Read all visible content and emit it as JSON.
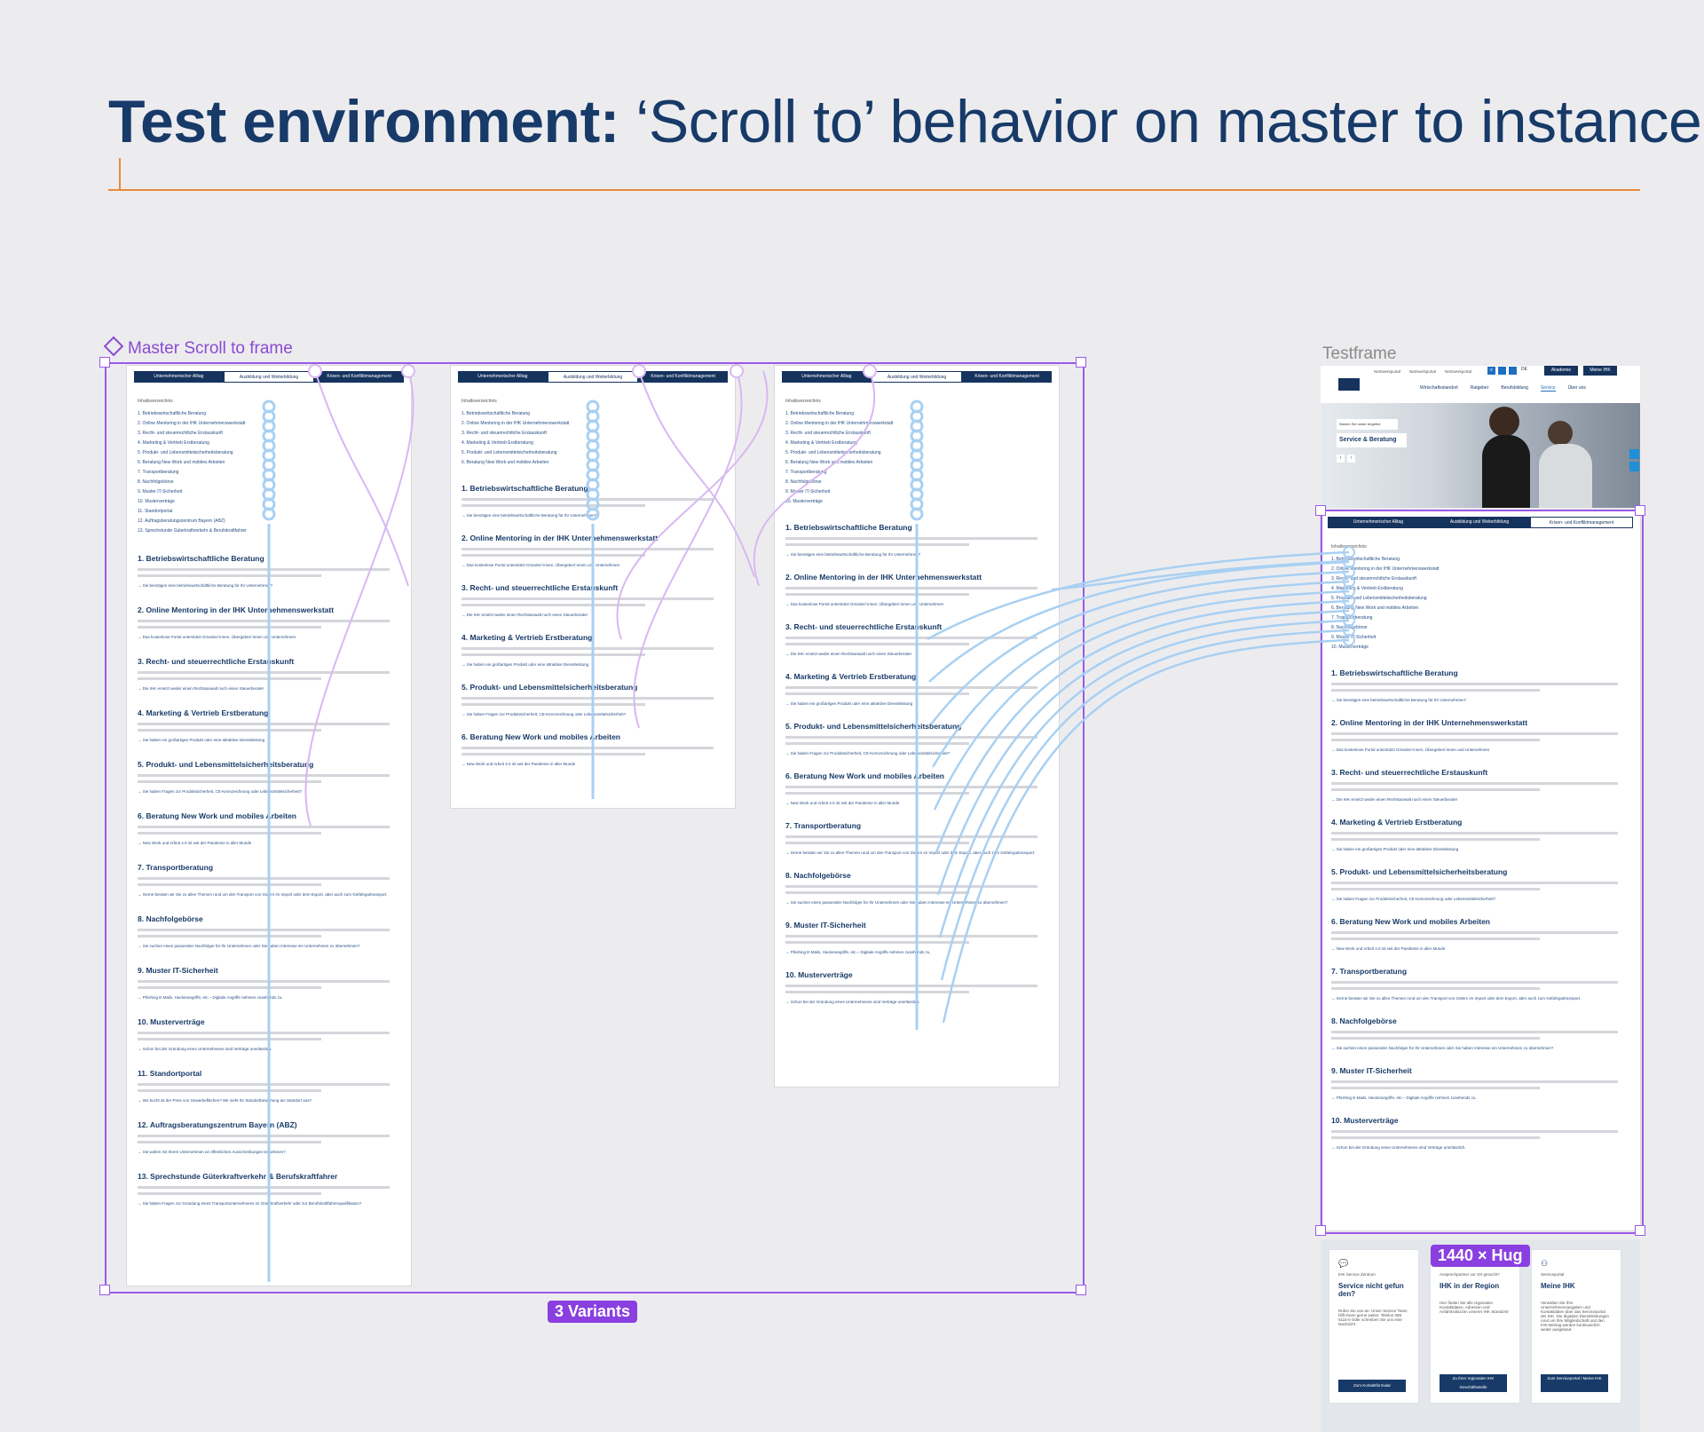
{
  "title": {
    "bold": "Test environment:",
    "rest": " ‘Scroll to’ behavior on master to instance"
  },
  "master": {
    "label": "Master Scroll to frame",
    "variants": "3 Variants"
  },
  "testframe": {
    "label": "Testframe",
    "size": "1440 × Hug"
  },
  "page": {
    "tabs": [
      "Unternehmerischer Alltag",
      "Ausbildung und Weiterbildung",
      "Krisen- und Konfliktmanagement"
    ],
    "inhalt": "Inhaltsverzeichnis",
    "toc": [
      "1. Betriebswirtschaftliche Beratung",
      "2. Online Mentoring in der IHK Unternehmenswerkstatt",
      "3. Recht- und steuerrechtliche Erstauskunft",
      "4. Marketing & Vertrieb Erstberatung",
      "5. Produkt- und Lebensmittelsicherheitsberatung",
      "6. Beratung New Work und mobiles Arbeiten",
      "7. Transportberatung",
      "8. Nachfolgebörse",
      "9. Muster IT-Sicherheit",
      "10. Musterverträge",
      "11. Standortportal",
      "12. Auftragsberatungszentrum Bayern (ABZ)",
      "13. Sprechstunde Güterkraftverkehr & Berufskraftfahrer"
    ],
    "sections": [
      "1. Betriebswirtschaftliche Beratung",
      "2. Online Mentoring in der IHK Unternehmenswerkstatt",
      "3. Recht- und steuerrechtliche Erstauskunft",
      "4. Marketing & Vertrieb Erstberatung",
      "5. Produkt- und Lebensmittelsicherheitsberatung",
      "6. Beratung New Work und mobiles Arbeiten",
      "7. Transportberatung",
      "8. Nachfolgebörse",
      "9. Muster IT-Sicherheit",
      "10. Musterverträge",
      "11. Standortportal",
      "12. Auftragsberatungszentrum Bayern (ABZ)",
      "13. Sprechstunde Güterkraftverkehr & Berufskraftfahrer"
    ],
    "links": [
      "Sie benötigen eine betriebswirtschaftliche Beratung für Ihr Unternehmen?",
      "Das kostenlose Portal unterstützt Gründer/-innen, Übergeber/-innen und Unternehmen",
      "Die IHK ersetzt weder einen Rechtsanwalt noch einen Steuerberater",
      "Sie haben ein großartiges Produkt oder eine attraktive Dienstleistung",
      "Sie haben Fragen zur Produktsicherheit, CE-Kennzeichnung oder Lebensmittelsicherheit?",
      "New Work und Arbeit 4.0 ist seit der Pandemie in aller Munde",
      "Gerne beraten wir Sie zu allen Themen rund um den Transport von Gütern im Import oder dem Export, aber auch zum Gefahrguttransport.",
      "Sie suchen einen passenden Nachfolger für Ihr Unternehmen oder Sie haben Interesse ein Unternehmen zu übernehmen?",
      "Phishing E-Mails, Hackerangriffe, etc.– Digitale Angriffe nehmen zusehends zu.",
      "Schon bei der Gründung eines Unternehmens sind Verträge unerlässlich.",
      "Wo bucht ist der Preis von Gewerbeflächen? Wir sieht Ihr Standortbewertung am Standort aus?",
      "Sie wollen mit Ihrem Unternehmen an öffentlichen Ausschreibungen teilnehmen?",
      "Sie haben Fragen zur Gründung eines Transportunternehmens im Güterkraftverkehr oder zur Berufskraftfahrerqualifikation?"
    ]
  },
  "site": {
    "topnav": [
      "Netzwerkportal",
      "Netzwerkportal",
      "Netzwerkportal"
    ],
    "lang": "DE",
    "buttons": [
      "Akademie",
      "Meine IHK"
    ],
    "mainnav": [
      "Wirtschaftsstandort",
      "Ratgeber",
      "Berufsbildung",
      "Service",
      "Über uns"
    ],
    "hero_small": "Nutzen Sie unser Angebot",
    "hero_title": "Service & Beratung"
  },
  "cards": [
    {
      "label": "IHK Service Zentrum",
      "title": "Service nicht gefun den?",
      "text": "Rufen Sie uns an: Unser Service Team hilft Ihnen gerne weiter. Telefon 089 5116-0 Oder schreiben Sie uns eine Nachricht",
      "button": "Zum Kontaktformular"
    },
    {
      "label": "Ansprechpartner vor Ort gesucht?",
      "title": "IHK in der Region",
      "text": "Hier finden Sie alle regionalen Kontaktdaten, Adressen und Anfahrtsskizzen unserer IHK Standorte",
      "button": "Zu Ihrer regionalen IHK Geschäftsstelle"
    },
    {
      "label": "Serviceportal",
      "title": "Meine IHK",
      "text": "Verwalten Sie Ihre Unternehmensangaben und Kontaktdaten über das Serviceportal der IHK. Die digitalen Dienstleistungen rund um Ihre Mitgliedschaft und den IHK-Beitrag werden kontinuierlich weiter ausgebaut.",
      "button": "Zum Serviceportal / Meine IHK"
    }
  ],
  "colors": {
    "accent": "#9b59e6",
    "navy": "#16335e",
    "orange": "#e8893a",
    "connector": "#a9d0f2"
  }
}
